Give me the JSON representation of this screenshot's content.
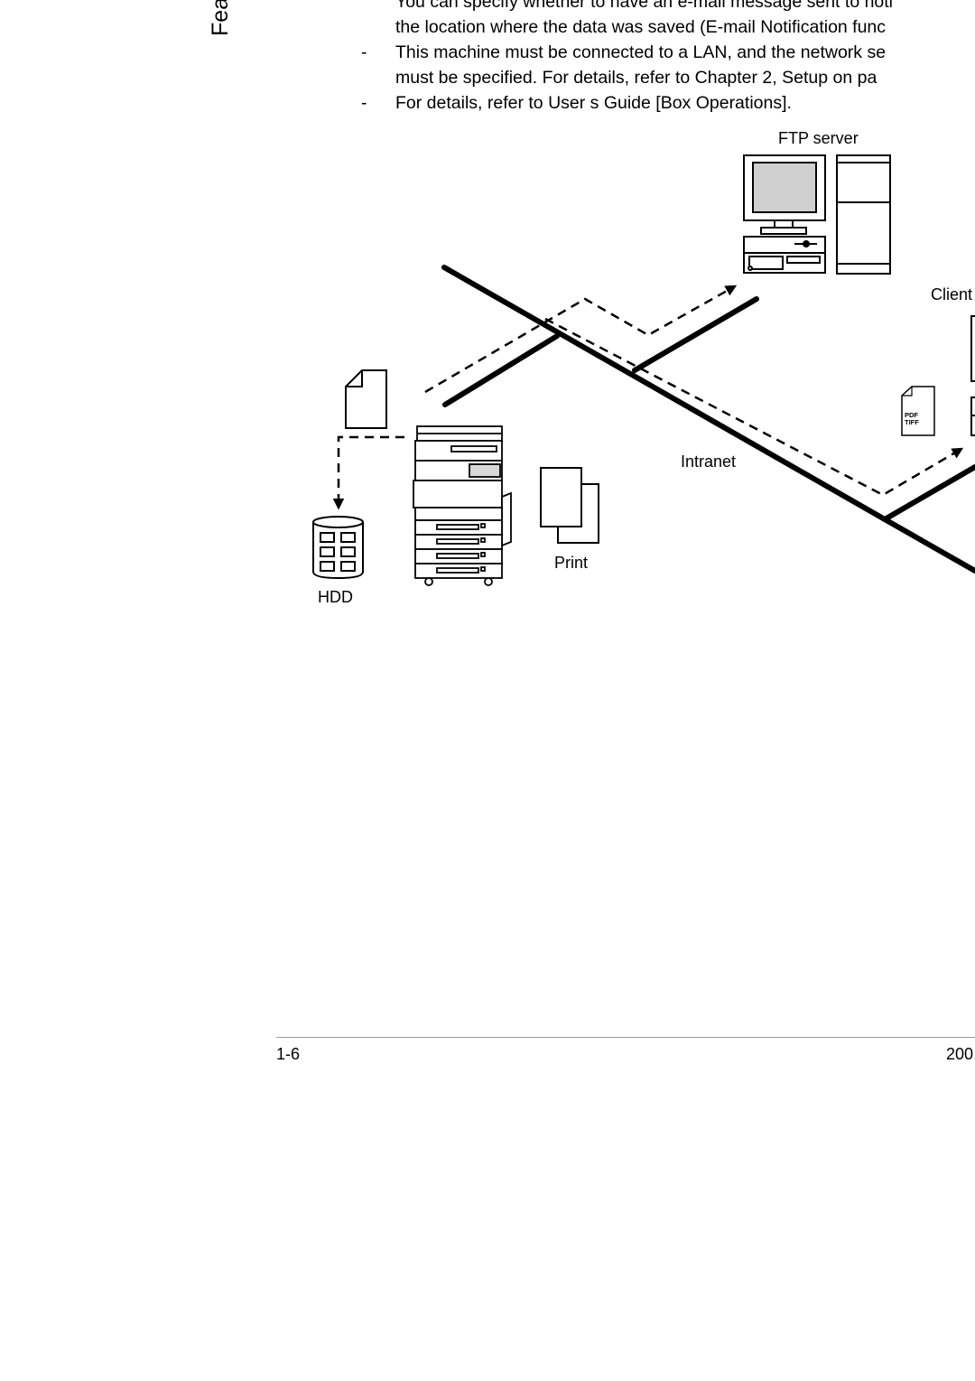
{
  "side_tab": "Fea",
  "bullets": [
    {
      "dash": "",
      "lines": [
        "You can specify whether to have an e-mail message sent to noti",
        "the location where the data was saved (E-mail Notification func"
      ]
    },
    {
      "dash": "-",
      "lines": [
        "This machine must be connected to a LAN, and the network se",
        "must be specified. For details, refer to Chapter 2,  Setup  on pa"
      ]
    },
    {
      "dash": "-",
      "lines": [
        "For details, refer to User s Guide [Box Operations]."
      ]
    }
  ],
  "figure": {
    "ftp_server_label": "FTP server",
    "client_label": "Client",
    "intranet_label": "Intranet",
    "print_label": "Print",
    "hdd_label": "HDD",
    "file_icon_text": [
      "PDF",
      "TIFF"
    ]
  },
  "footer": {
    "page_number": "1-6",
    "right_text": "200"
  }
}
